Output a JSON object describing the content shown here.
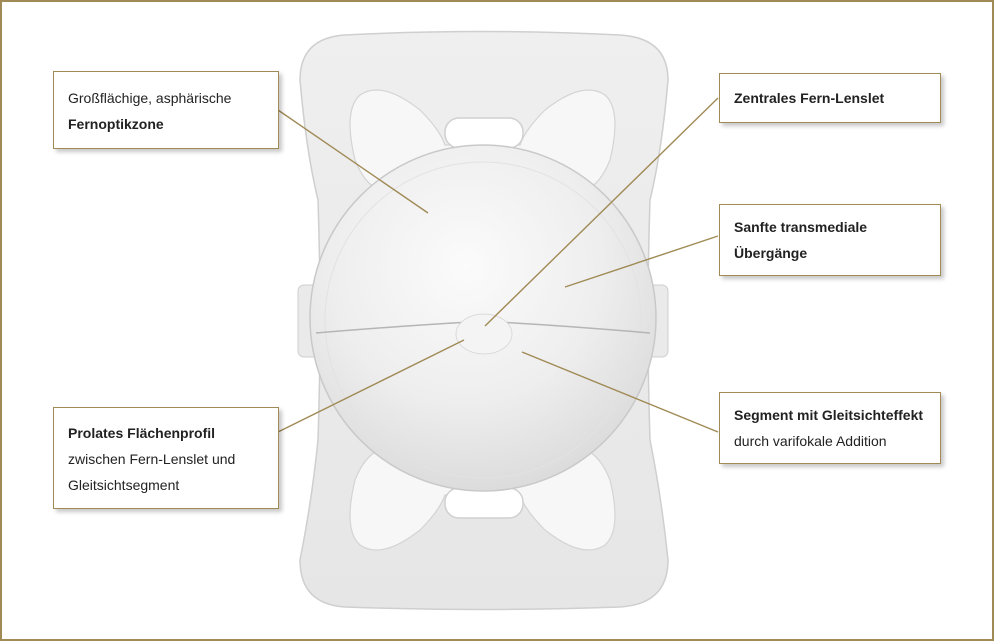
{
  "colors": {
    "frame": "#a08a55",
    "leader": "#a08a55",
    "lens_body": "#ececec",
    "lens_outline": "#c9c9c9"
  },
  "callouts": {
    "top_left": {
      "line1": "Großflächige, asphärische",
      "line2_bold": "Fernoptikzone"
    },
    "top_right": {
      "title_bold": "Zentrales Fern-Lenslet"
    },
    "mid_right": {
      "line1_bold": "Sanfte transmediale",
      "line2_bold": "Übergänge"
    },
    "bottom_left": {
      "title_bold": "Prolates Flächenprofil",
      "line2": "zwischen Fern-Lenslet und",
      "line3": "Gleitsichtsegment"
    },
    "bottom_right": {
      "title_bold": "Segment mit Gleitsichteffekt",
      "line2": "durch varifokale Addition"
    }
  }
}
